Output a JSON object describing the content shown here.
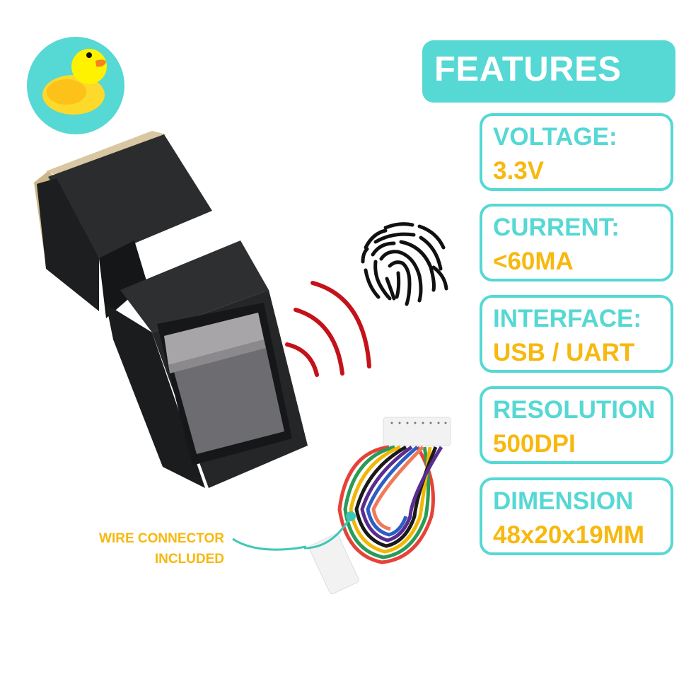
{
  "logo": {
    "icon": "rubber-duck-icon",
    "background": "#56d8d4"
  },
  "features": {
    "title": "FEATURES",
    "items": [
      {
        "label": "VOLTAGE:",
        "value": "3.3V"
      },
      {
        "label": "CURRENT:",
        "value": "<60MA"
      },
      {
        "label": "INTERFACE:",
        "value": "USB / UART"
      },
      {
        "label": "RESOLUTION",
        "value": "500DPI"
      },
      {
        "label": "DIMENSION",
        "value": "48x20x19MM"
      }
    ]
  },
  "callout": {
    "line1": "WIRE CONNECTOR",
    "line2": "INCLUDED"
  },
  "icons": {
    "fingerprint": "fingerprint-icon",
    "signal": "signal-waves-icon"
  },
  "colors": {
    "accent": "#56d8d4",
    "value": "#f7b80f",
    "signal": "#c4121a",
    "device": "#222325"
  }
}
